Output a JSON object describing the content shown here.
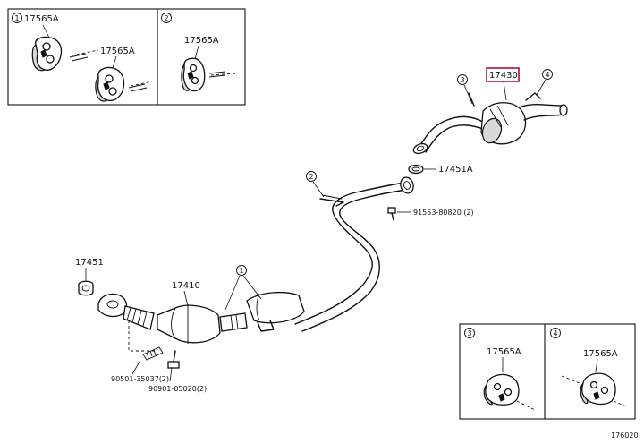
{
  "inset_top": {
    "left": {
      "index": "1",
      "labels": [
        "17565A",
        "17565A"
      ]
    },
    "right": {
      "index": "2",
      "label": "17565A"
    }
  },
  "inset_bottom": {
    "left": {
      "index": "3",
      "label": "17565A"
    },
    "right": {
      "index": "4",
      "label": "17565A"
    }
  },
  "callouts": {
    "muffler": "17430",
    "gasket_rear": "17451A",
    "bolt_rear": "91553-80820 (2)",
    "gasket_front": "17451",
    "front_pipe": "17410",
    "spring_bolt": "90501-35037(2)",
    "bolt_front": "90901-05020(2)",
    "marker_1": "1",
    "marker_2": "2",
    "marker_3": "3",
    "marker_4": "4"
  },
  "diagram_id": "176020"
}
